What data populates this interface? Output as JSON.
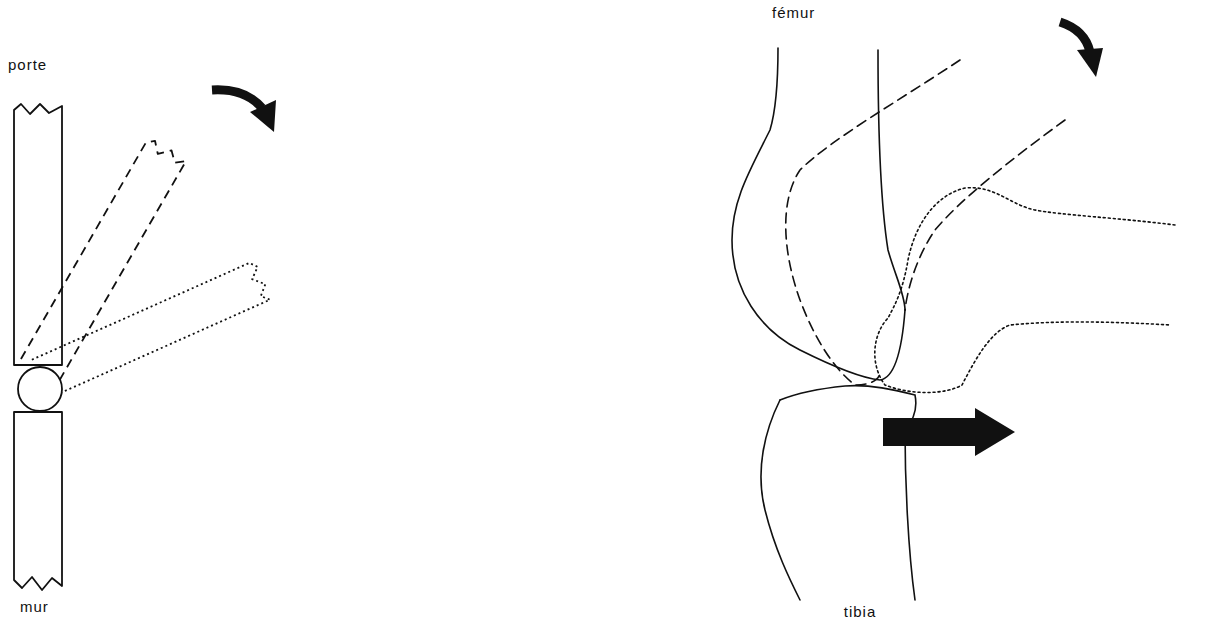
{
  "diagram": {
    "labels": [
      "porte",
      "mur",
      "fémur",
      "tibia"
    ]
  }
}
